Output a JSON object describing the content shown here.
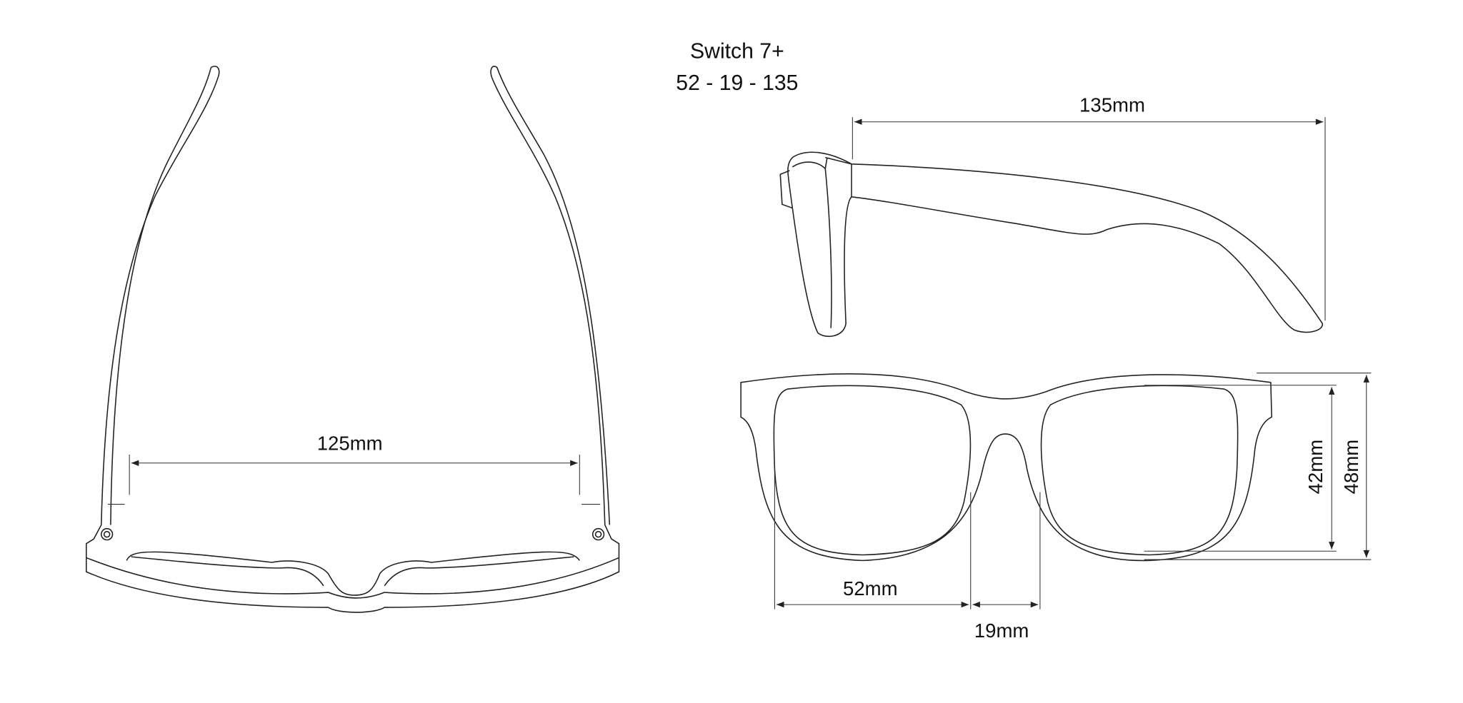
{
  "title": {
    "model": "Switch 7+",
    "size": "52 - 19 - 135"
  },
  "dimensions": {
    "temple_length": "135mm",
    "temple_spread": "125mm",
    "lens_width": "52mm",
    "bridge": "19mm",
    "lens_height": "42mm",
    "frame_height": "48mm"
  },
  "colors": {
    "line": "#222222",
    "background": "#ffffff"
  }
}
